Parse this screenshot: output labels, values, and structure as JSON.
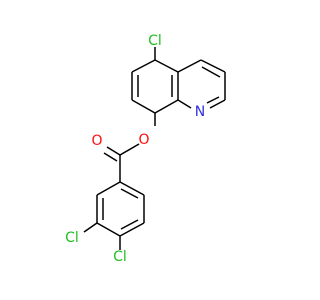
{
  "structure": {
    "labels": {
      "cl_top": "Cl",
      "n_ring": "N",
      "o_ester_single": "O",
      "o_carbonyl": "O",
      "cl_meta": "Cl",
      "cl_para": "Cl"
    },
    "colors": {
      "bond": "#000000",
      "chlorine": "#1fbf1f",
      "nitrogen": "#2f2fdc",
      "oxygen": "#ff0d0d"
    }
  }
}
